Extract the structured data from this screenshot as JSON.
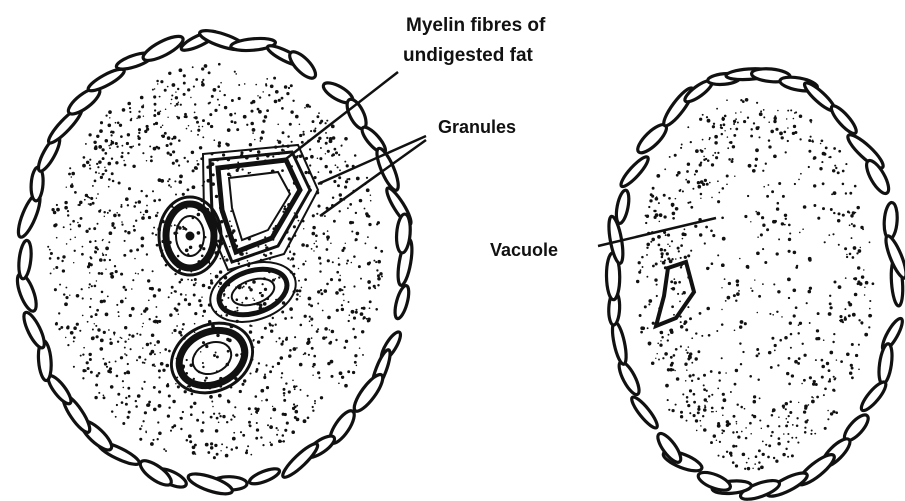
{
  "labels": {
    "myelin_line1": "Myelin fibres of",
    "myelin_line2": "undigested fat",
    "granules": "Granules",
    "vacuole": "Vacuole"
  },
  "colors": {
    "ink": "#111111",
    "paper": "#ffffff"
  }
}
